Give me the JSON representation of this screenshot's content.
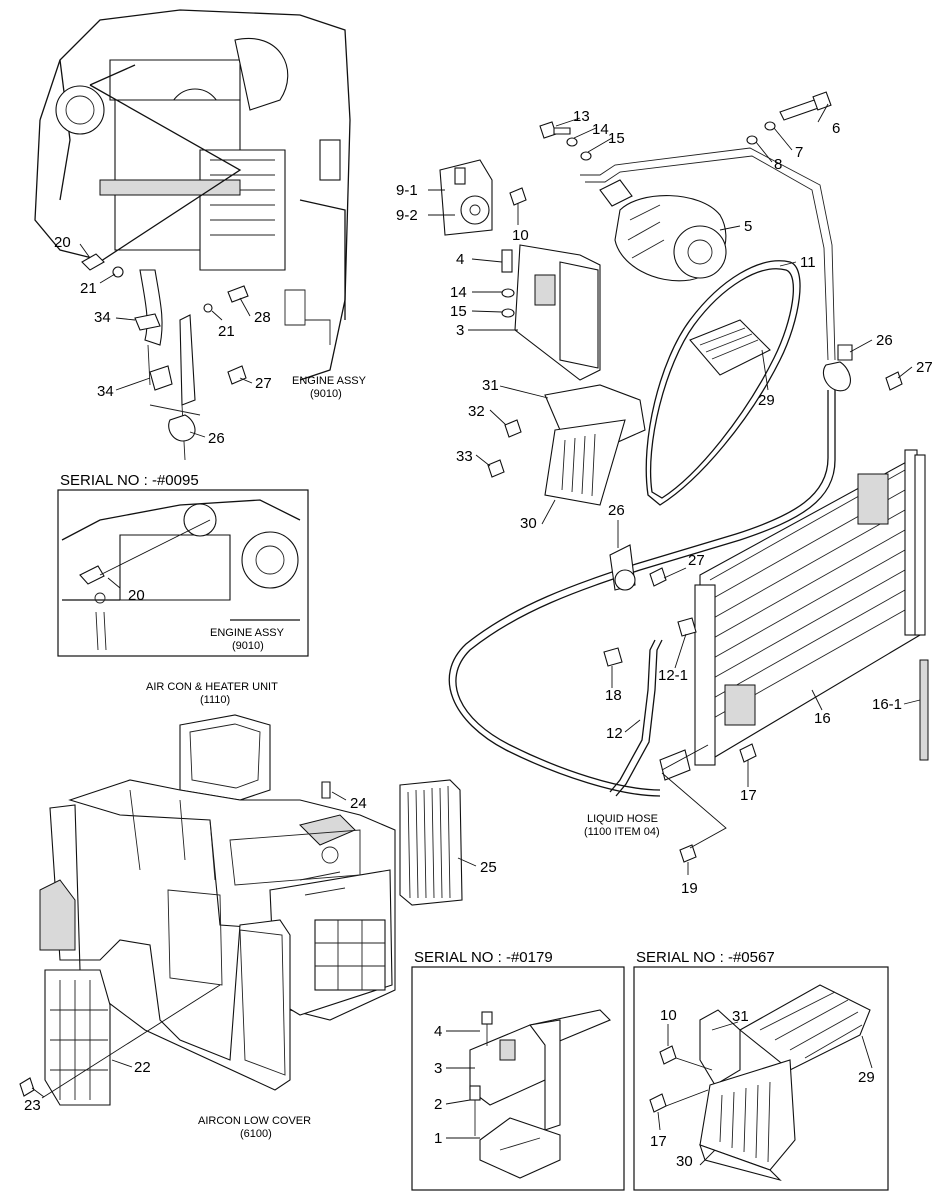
{
  "captions": {
    "engine_top": "ENGINE ASSY",
    "engine_top_code": "(9010)",
    "engine_inset": "ENGINE ASSY",
    "engine_inset_code": "(9010)",
    "aircon_unit": "AIR CON & HEATER UNIT",
    "aircon_unit_code": "(1110)",
    "liquid_hose": "LIQUID HOSE",
    "liquid_hose_code": "(1100 ITEM 04)",
    "low_cover": "AIRCON LOW COVER",
    "low_cover_code": "(6100)"
  },
  "insets": {
    "serial_a": "SERIAL NO : -#0095",
    "serial_b": "SERIAL NO : -#0179",
    "serial_c": "SERIAL NO : -#0567"
  },
  "labels": {
    "p20a": "20",
    "p21a": "21",
    "p34a": "34",
    "p34b": "34",
    "p21b": "21",
    "p28": "28",
    "p27a": "27",
    "p26a": "26",
    "p20b": "20",
    "p13": "13",
    "p14a": "14",
    "p15a": "15",
    "p6": "6",
    "p7": "7",
    "p8": "8",
    "p9_1": "9-1",
    "p9_2": "9-2",
    "p10a": "10",
    "p5": "5",
    "p4a": "4",
    "p14b": "14",
    "p15b": "15",
    "p3a": "3",
    "p11": "11",
    "p26b": "26",
    "p27b": "27",
    "p31a": "31",
    "p32": "32",
    "p29a": "29",
    "p33": "33",
    "p30a": "30",
    "p26c": "26",
    "p27c": "27",
    "p18": "18",
    "p12_1": "12-1",
    "p12": "12",
    "p16": "16",
    "p16_1": "16-1",
    "p17a": "17",
    "p19": "19",
    "p24": "24",
    "p25": "25",
    "p22": "22",
    "p23": "23",
    "p4b": "4",
    "p3b": "3",
    "p2": "2",
    "p1": "1",
    "p31b": "31",
    "p10b": "10",
    "p29b": "29",
    "p17b": "17",
    "p30b": "30"
  }
}
